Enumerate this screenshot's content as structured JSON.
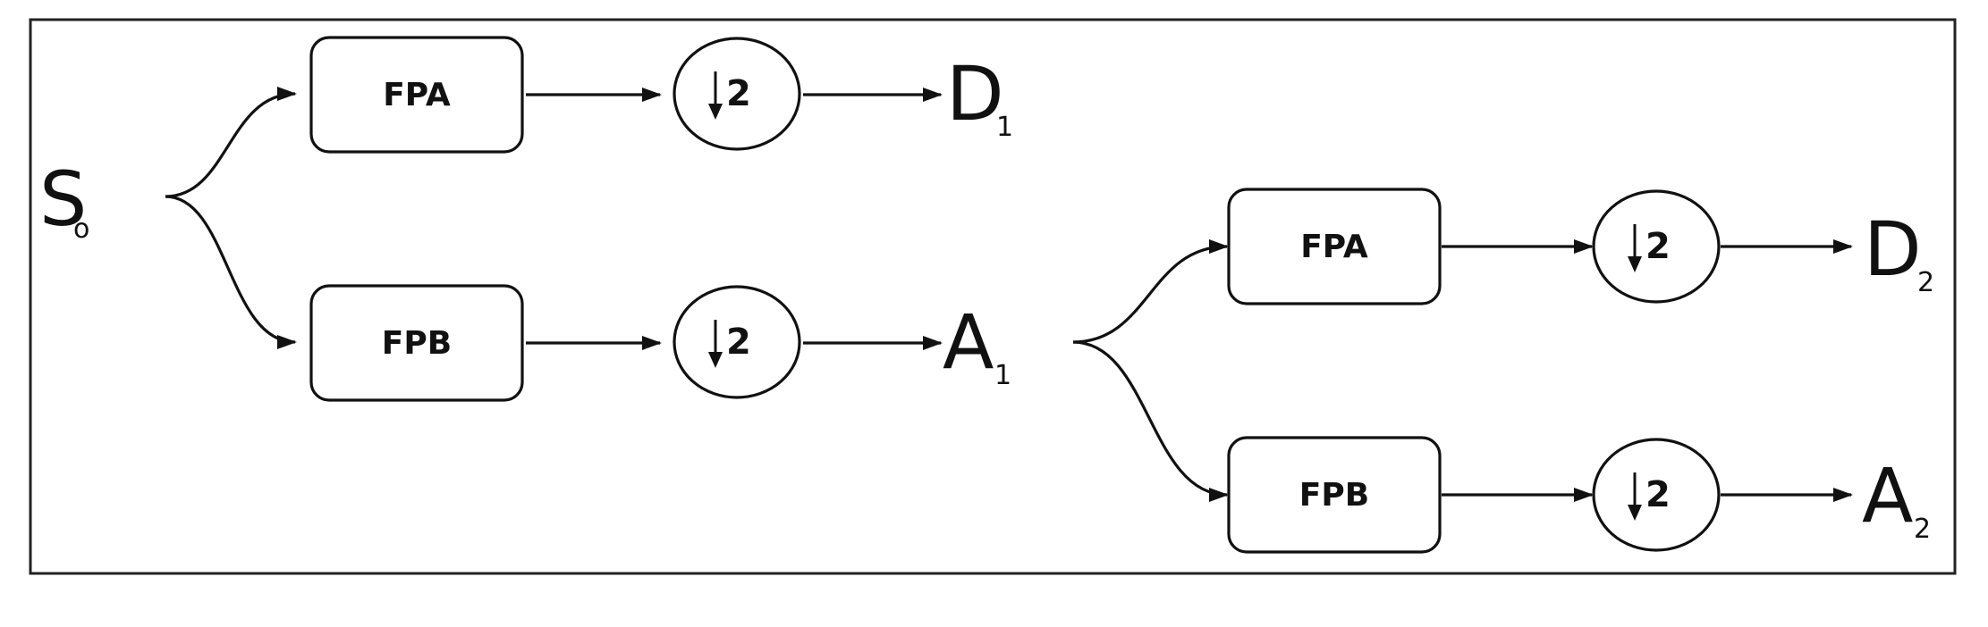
{
  "input_signal": {
    "base": "S",
    "sub": "o"
  },
  "level1": {
    "filter_a": "FPA",
    "filter_b": "FPB",
    "downsample_a": "2",
    "downsample_b": "2",
    "output_d": {
      "base": "D",
      "sub": "1"
    },
    "output_a": {
      "base": "A",
      "sub": "1"
    }
  },
  "level2": {
    "filter_a": "FPA",
    "filter_b": "FPB",
    "downsample_a": "2",
    "downsample_b": "2",
    "output_d": {
      "base": "D",
      "sub": "2"
    },
    "output_a": {
      "base": "A",
      "sub": "2"
    }
  },
  "icons": {
    "downsample_arrow": "down-arrow-icon"
  },
  "colors": {
    "stroke": "#111111",
    "background": "#ffffff"
  }
}
